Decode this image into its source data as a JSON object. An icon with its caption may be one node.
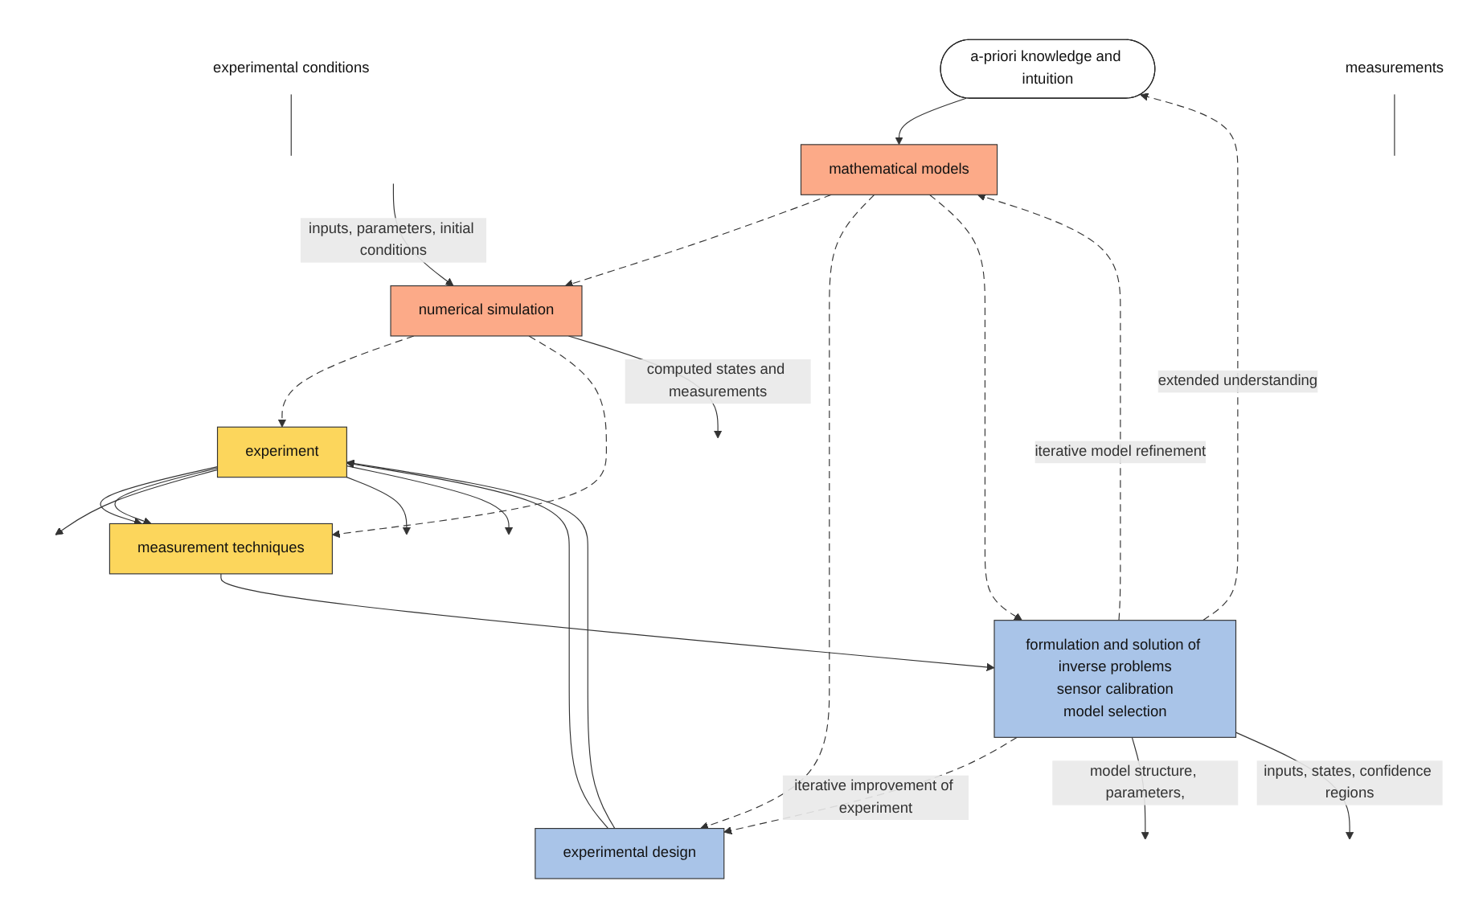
{
  "diagram": {
    "nodes": [
      {
        "text": [
          "a-priori knowledge and intuition"
        ]
      },
      {
        "text": [
          "mathematical models"
        ]
      },
      {
        "text": [
          "numerical simulation"
        ]
      },
      {
        "text": [
          "experimental design"
        ]
      },
      {
        "text": [
          "experiment"
        ]
      },
      {
        "text": [
          "measurement techniques"
        ]
      },
      {
        "text": [
          "formulation and solution of inverse problems",
          "sensor calibration",
          "model selection"
        ]
      },
      {
        "text": [
          "experimental conditions"
        ]
      },
      {
        "text": [
          "measurements"
        ]
      }
    ],
    "edges": [
      {
        "from": 0,
        "to": 1,
        "arrow": "to"
      },
      {
        "from": 1,
        "to": 2,
        "arrow": "to",
        "style": "dashed"
      },
      {
        "from": 2,
        "to": 4,
        "arrow": "to",
        "style": "dashed"
      },
      {
        "from": 2,
        "to": 5,
        "arrow": "to",
        "style": "dashed"
      },
      {
        "from": 1,
        "to": 3,
        "arrow": "to",
        "style": "dashed"
      },
      {
        "from": 1,
        "to": 6,
        "arrow": "to",
        "style": "dashed"
      },
      {
        "from": 6,
        "to": 1,
        "arrow": "to",
        "style": "dashed",
        "label": "iterative model refinement"
      },
      {
        "from": 6,
        "to": 0,
        "arrow": "to",
        "style": "dashed",
        "label": "extended understanding"
      },
      {
        "from": 6,
        "to": 3,
        "arrow": "to",
        "style": "dashed",
        "label": "iterative improvement of experiment"
      },
      {
        "from": null,
        "to": 2,
        "arrow": "to",
        "label": "inputs, parameters, initial conditions"
      },
      {
        "from": 2,
        "to": null,
        "arrow": "to",
        "label": "computed states and measurements"
      },
      {
        "from": 3,
        "to": 4,
        "arrow": "to"
      },
      {
        "from": 3,
        "to": 4,
        "arrow": "to"
      },
      {
        "from": 4,
        "to": 5,
        "arrow": "to"
      },
      {
        "from": 4,
        "to": 5,
        "arrow": "to"
      },
      {
        "from": 4,
        "to": null,
        "arrow": "to"
      },
      {
        "from": 4,
        "to": null,
        "arrow": "to"
      },
      {
        "from": 4,
        "to": null,
        "arrow": "to"
      },
      {
        "from": 5,
        "to": 6,
        "arrow": "to"
      },
      {
        "from": 6,
        "to": null,
        "arrow": "to",
        "label": "model structure, parameters,"
      },
      {
        "from": 6,
        "to": null,
        "arrow": "to",
        "label": "inputs, states, confidence regions"
      },
      {
        "from": 7,
        "to": null,
        "arrow": "none"
      },
      {
        "from": 8,
        "to": null,
        "arrow": "none"
      }
    ]
  }
}
